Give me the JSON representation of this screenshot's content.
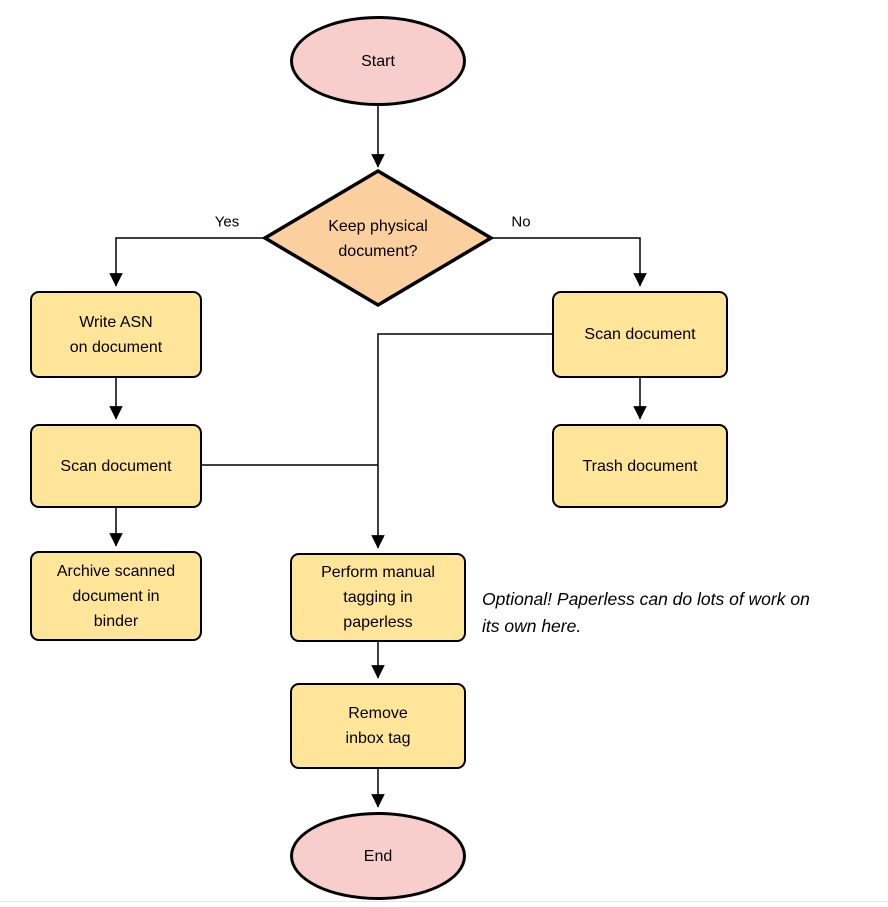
{
  "colors": {
    "terminal-fill": "#f8cecc",
    "decision-fill": "#fccf9e",
    "process-fill": "#ffe59a",
    "stroke": "#000000",
    "page-edge": "#e8e6e3"
  },
  "nodes": {
    "start": "Start",
    "decision": "Keep physical\ndocument?",
    "write_asn": "Write ASN\non document",
    "scan_left": "Scan document",
    "archive": "Archive scanned\ndocument in\nbinder",
    "scan_right": "Scan document",
    "trash": "Trash document",
    "tagging": "Perform manual\ntagging in\npaperless",
    "remove_inbox": "Remove\ninbox tag",
    "end": "End"
  },
  "edge_labels": {
    "yes": "Yes",
    "no": "No"
  },
  "note": "Optional! Paperless can do lots of work on\nits own here."
}
